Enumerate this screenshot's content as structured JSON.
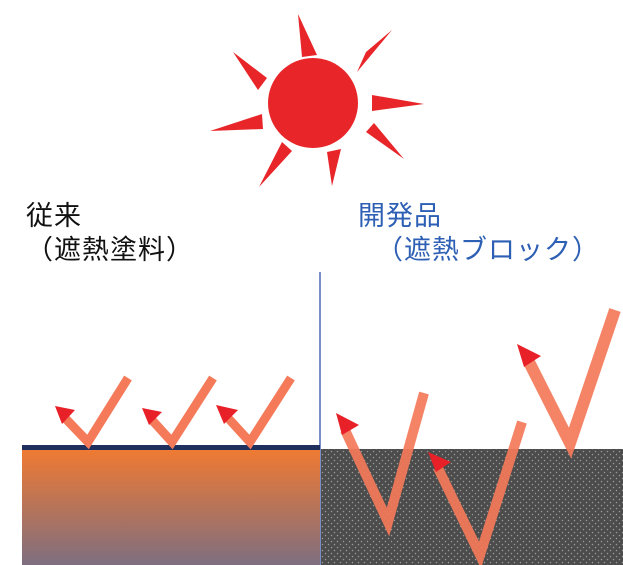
{
  "left_panel": {
    "title": "従来",
    "subtitle": "（遮熱塗料）",
    "text_color": "#111111",
    "coating_color": "#1f2f5e",
    "gradient_top": "#f07a32",
    "gradient_bottom": "#7e6e80"
  },
  "right_panel": {
    "title": "開発品",
    "subtitle": "（遮熱ブロック）",
    "text_color": "#2d5fb4",
    "block_color": "#4c4c4c",
    "dot_color": "#9a9a9a"
  },
  "colors": {
    "sun": "#e8262a",
    "arrow": "#f47a5a",
    "arrow_head": "#e82028",
    "divider": "#4a68b4"
  }
}
